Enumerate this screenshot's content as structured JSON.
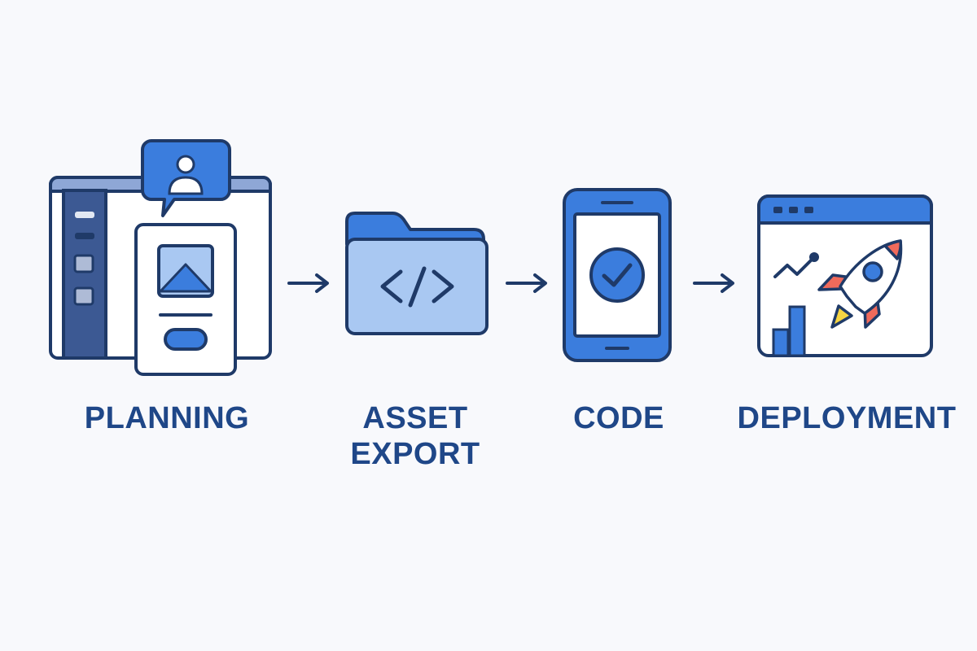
{
  "diagram": {
    "steps": [
      {
        "id": "planning",
        "label_lines": [
          "PLANNING"
        ],
        "icon": "planning-wireframe-icon"
      },
      {
        "id": "asset-export",
        "label_lines": [
          "ASSET",
          "EXPORT"
        ],
        "icon": "code-folder-icon"
      },
      {
        "id": "code",
        "label_lines": [
          "CODE"
        ],
        "icon": "phone-check-icon"
      },
      {
        "id": "deployment",
        "label_lines": [
          "DEPLOYMENT"
        ],
        "icon": "browser-rocket-icon"
      }
    ],
    "connectors": [
      "arrow-right-icon",
      "arrow-right-icon",
      "arrow-right-icon"
    ],
    "colors": {
      "background": "#f8f9fc",
      "outline": "#1f3a68",
      "primary_blue": "#3b7ddd",
      "light_blue": "#a9c8f2",
      "label": "#1f4788",
      "rocket_red": "#f06a5b",
      "rocket_yellow": "#f5d443"
    }
  }
}
